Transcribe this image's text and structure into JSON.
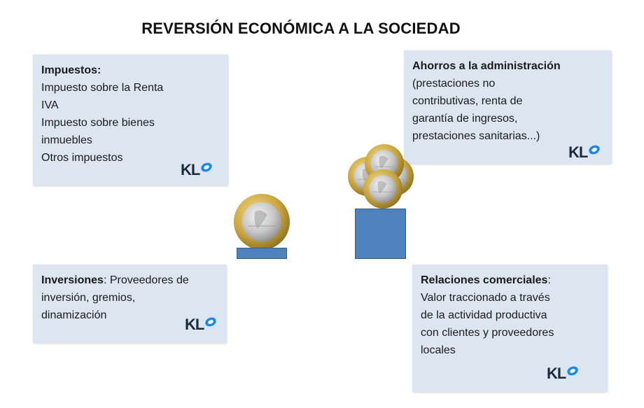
{
  "title": "REVERSIÓN ECONÓMICA A LA SOCIEDAD",
  "boxes": {
    "impuestos": {
      "heading": "Impuestos:",
      "lines": [
        "Impuesto sobre la Renta",
        "IVA",
        "Impuesto sobre bienes",
        "inmuebles",
        "Otros impuestos"
      ]
    },
    "ahorros": {
      "heading": "Ahorros a la administración",
      "lines": [
        "(prestaciones  no",
        "contributivas, renta de",
        "garantía de ingresos,",
        "prestaciones sanitarias...)"
      ]
    },
    "inversiones": {
      "heading": "Inversiones",
      "rest_first": ": Proveedores de",
      "lines": [
        "inversión, gremios,",
        "dinamización"
      ]
    },
    "relaciones": {
      "heading": "Relaciones comerciales",
      "rest_first": ":",
      "lines": [
        "Valor traccionado a través",
        "de la actividad productiva",
        "con clientes y proveedores",
        "locales"
      ]
    }
  },
  "logo": {
    "text": "KL"
  },
  "colors": {
    "box_fill": "#dce6f1",
    "bar_fill": "#4f81bd",
    "logo_accent": "#1e88e5"
  },
  "icons": {
    "coin": "euro-coin-icon"
  }
}
